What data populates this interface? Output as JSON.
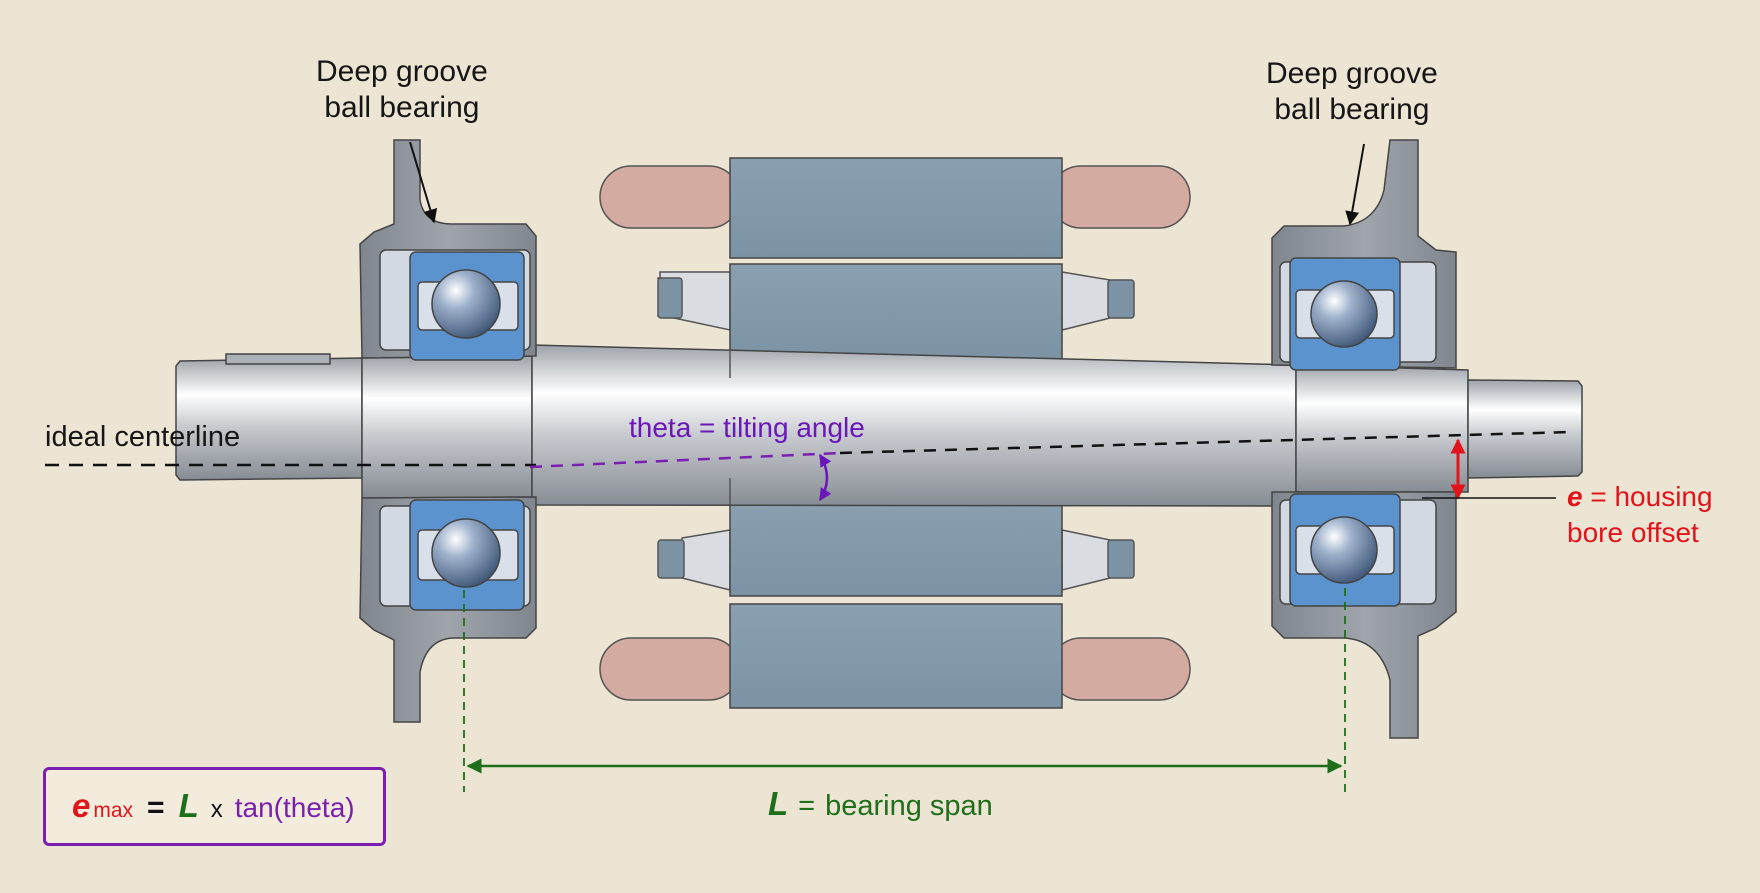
{
  "labels": {
    "left_bearing": "Deep groove\nball bearing",
    "right_bearing": "Deep groove\nball bearing",
    "ideal_centerline": "ideal centerline",
    "tilt": "theta = tilting angle",
    "offset_symbol": "e",
    "offset_text": " = housing\nbore offset",
    "span_symbol": "L",
    "span_eq": "=",
    "span_text": "bearing span"
  },
  "formula": {
    "e": "e",
    "sub": "max",
    "eq": "=",
    "L": "L",
    "times": "x",
    "tan": "tan(theta)"
  },
  "colors": {
    "background": "#ede5d4",
    "housing": "#8f959c",
    "bearing_ring": "#5b93cf",
    "ball": "#8aa3c4",
    "shaft": "#c4c8cd",
    "stator_core": "#8299a9",
    "winding": "#d3aba1",
    "offset": "#e1141c",
    "tilt": "#7a1fb0",
    "span": "#1f6e1a"
  }
}
